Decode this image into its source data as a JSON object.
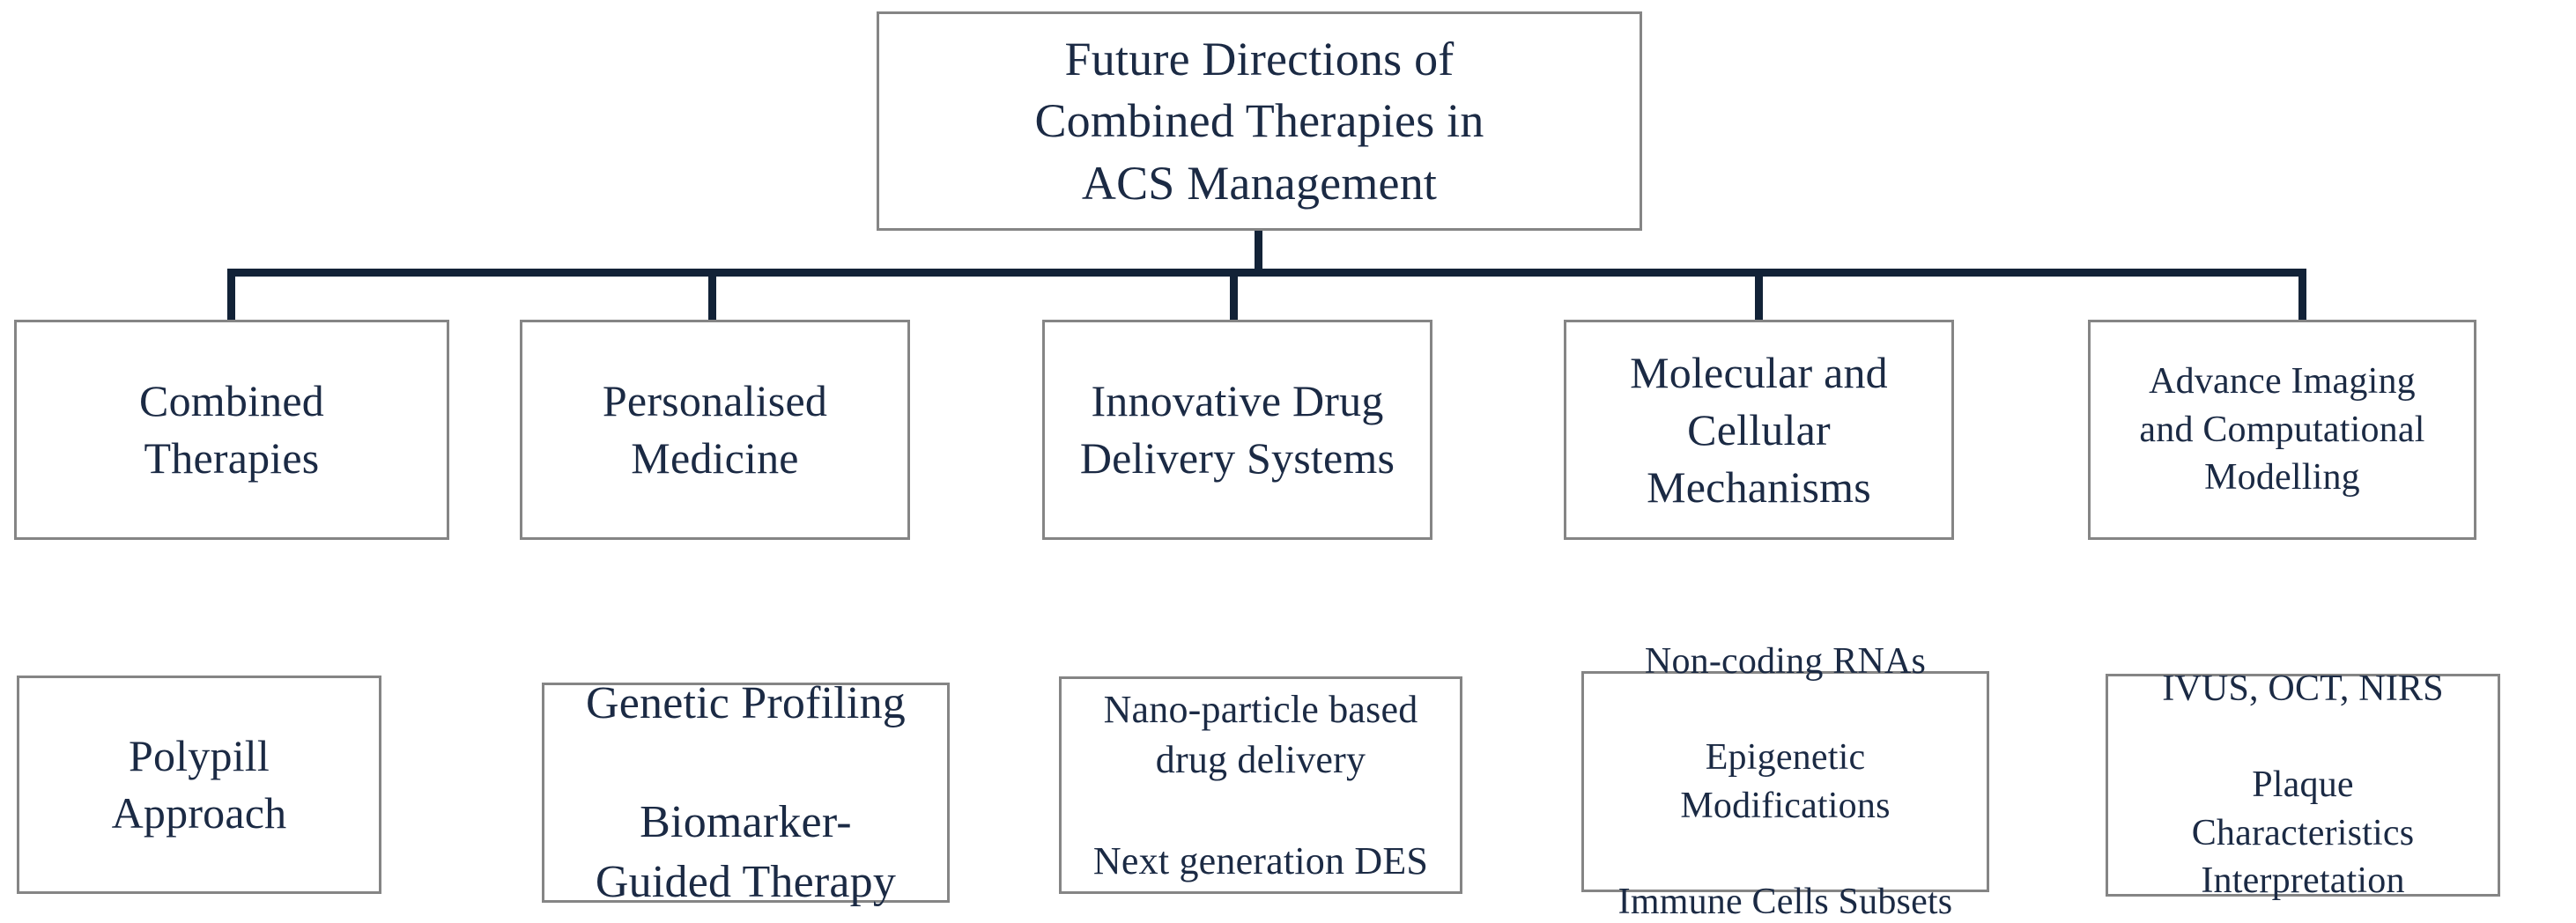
{
  "diagram": {
    "title_text": "Future Directions of Combined Therapies in ACS Management",
    "colors": {
      "text": "#1b2a44",
      "box_border": "#858585",
      "connector": "#122237",
      "background": "#ffffff"
    },
    "root": {
      "label": "Future Directions of\nCombined Therapies in\nACS Management"
    },
    "branches": [
      {
        "label": "Combined\nTherapies"
      },
      {
        "label": "Personalised\nMedicine"
      },
      {
        "label": "Innovative Drug\nDelivery Systems"
      },
      {
        "label": "Molecular and\nCellular\nMechanisms"
      },
      {
        "label": "Advance Imaging\nand Computational\nModelling"
      }
    ],
    "leaves": [
      {
        "label": "Polypill\nApproach"
      },
      {
        "label": "Genetic Profiling\n\nBiomarker-\nGuided Therapy"
      },
      {
        "label": "Nano-particle based\ndrug delivery\n\nNext generation DES"
      },
      {
        "label": "Non-coding RNAs\n\nEpigenetic\nModifications\n\nImmune Cells Subsets"
      },
      {
        "label": "IVUS, OCT, NIRS\n\nPlaque\nCharacteristics\nInterpretation"
      }
    ]
  }
}
